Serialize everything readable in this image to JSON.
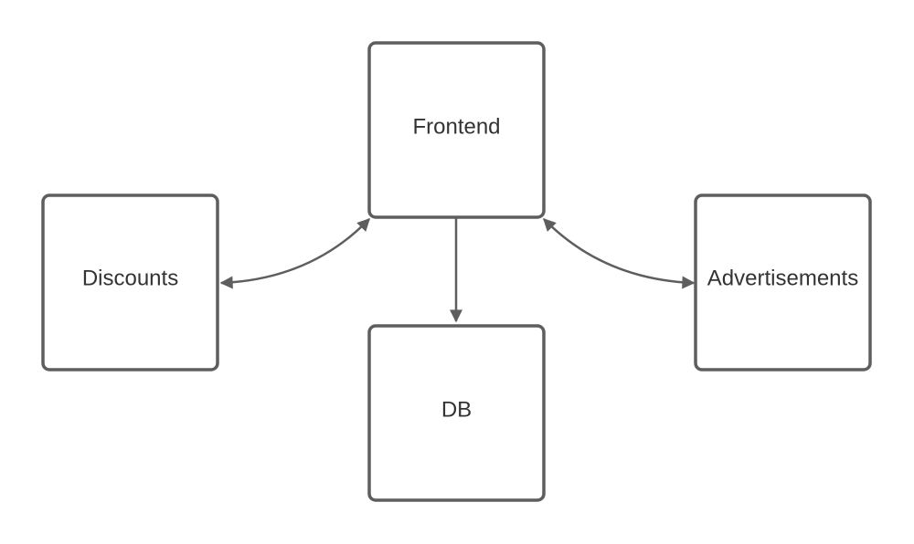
{
  "diagram": {
    "nodes": {
      "frontend": {
        "label": "Frontend"
      },
      "discounts": {
        "label": "Discounts"
      },
      "db": {
        "label": "DB"
      },
      "advertisements": {
        "label": "Advertisements"
      }
    },
    "edges": [
      {
        "from": "frontend",
        "to": "discounts",
        "direction": "both"
      },
      {
        "from": "frontend",
        "to": "db",
        "direction": "forward"
      },
      {
        "from": "frontend",
        "to": "advertisements",
        "direction": "both"
      }
    ],
    "colors": {
      "stroke": "#5e5e5e",
      "text": "#333333",
      "background": "#ffffff"
    }
  }
}
